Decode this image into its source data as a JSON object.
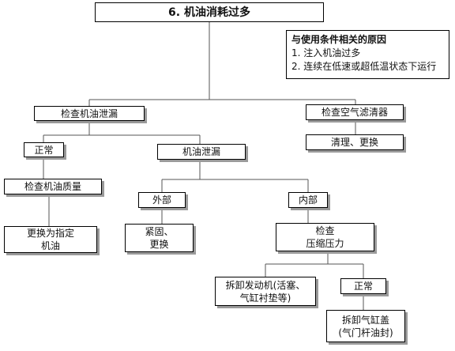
{
  "title": "6. 机油消耗过多",
  "causes": {
    "heading": "与使用条件相关的原因",
    "items": [
      "1. 注入机油过多",
      "2. 连续在低速或超低温状态下运行"
    ]
  },
  "nodes": {
    "check_leak": "检查机油泄漏",
    "check_air_filter": "检查空气滤清器",
    "clean_replace": "清理、更换",
    "normal_1": "正常",
    "oil_leak": "机油泄漏",
    "check_oil_quality": "检查机油质量",
    "external": "外部",
    "internal": "内部",
    "replace_oil": [
      "更换为指定",
      "机油"
    ],
    "tighten_replace": [
      "紧固、",
      "更换"
    ],
    "check_compression": [
      "检查",
      "压缩压力"
    ],
    "disassemble_engine": [
      "拆卸发动机(活塞、",
      "气缸衬垫等)"
    ],
    "normal_2": "正常",
    "remove_head": [
      "拆卸气缸盖",
      "(气门杆油封)"
    ]
  }
}
